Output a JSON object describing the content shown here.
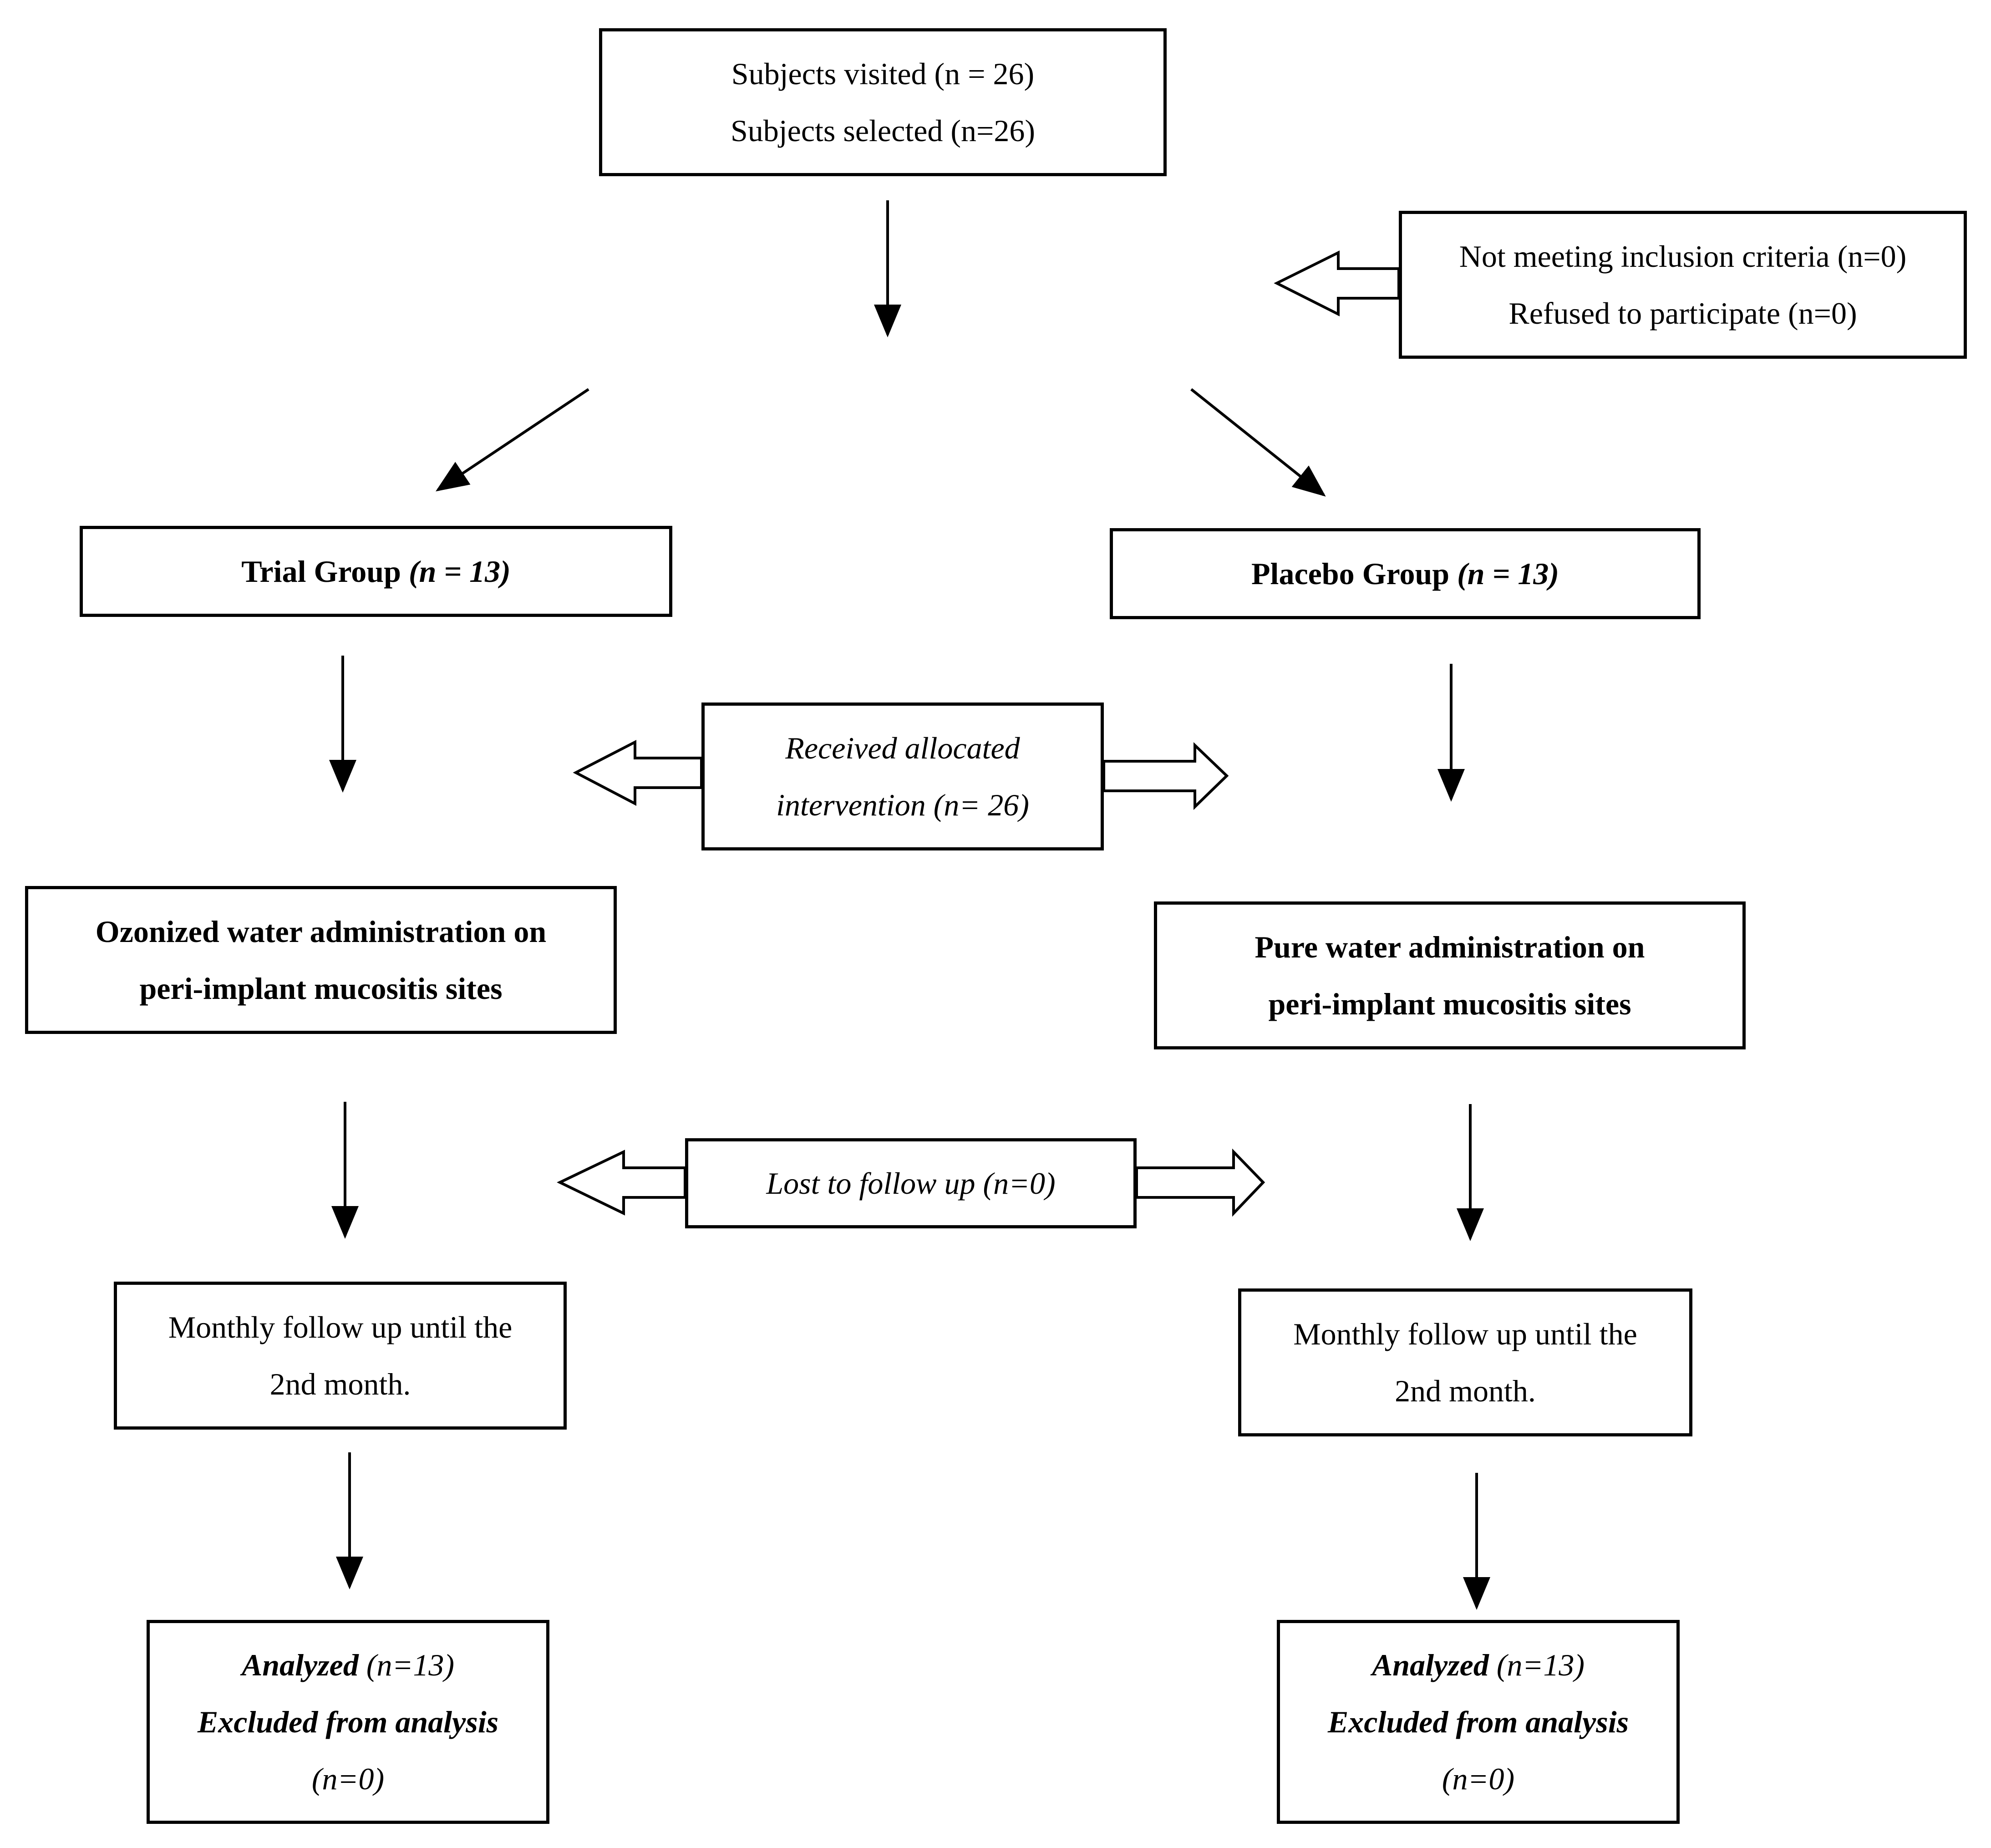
{
  "screening": {
    "visited": "Subjects visited (n = 26)",
    "selected": "Subjects selected (n=26)"
  },
  "exclusion": {
    "not_meeting": "Not meeting inclusion criteria (n=0)",
    "refused": "Refused to participate (n=0)"
  },
  "trial_group": {
    "label": "Trial Group ",
    "count": "(n = 13)"
  },
  "placebo_group": {
    "label": "Placebo Group ",
    "count": "(n = 13)"
  },
  "allocation": {
    "line1": "Received allocated",
    "line2": "intervention (n= 26)"
  },
  "trial_intervention": {
    "line1": "Ozonized water administration on",
    "line2": "peri-implant mucositis sites"
  },
  "placebo_intervention": {
    "line1": "Pure water administration on",
    "line2": "peri-implant mucositis sites"
  },
  "lost_followup": "Lost to follow up (n=0)",
  "trial_followup": {
    "line1": "Monthly follow up until the",
    "line2": "2nd month."
  },
  "placebo_followup": {
    "line1": "Monthly follow up until the",
    "line2": "2nd month."
  },
  "trial_analysis": {
    "analyzed_label": "Analyzed ",
    "analyzed_count": "(n=13)",
    "excluded_label": "Excluded from analysis",
    "excluded_count": "(n=0)"
  },
  "placebo_analysis": {
    "analyzed_label": "Analyzed ",
    "analyzed_count": "(n=13)",
    "excluded_label": "Excluded from analysis",
    "excluded_count": "(n=0)"
  }
}
